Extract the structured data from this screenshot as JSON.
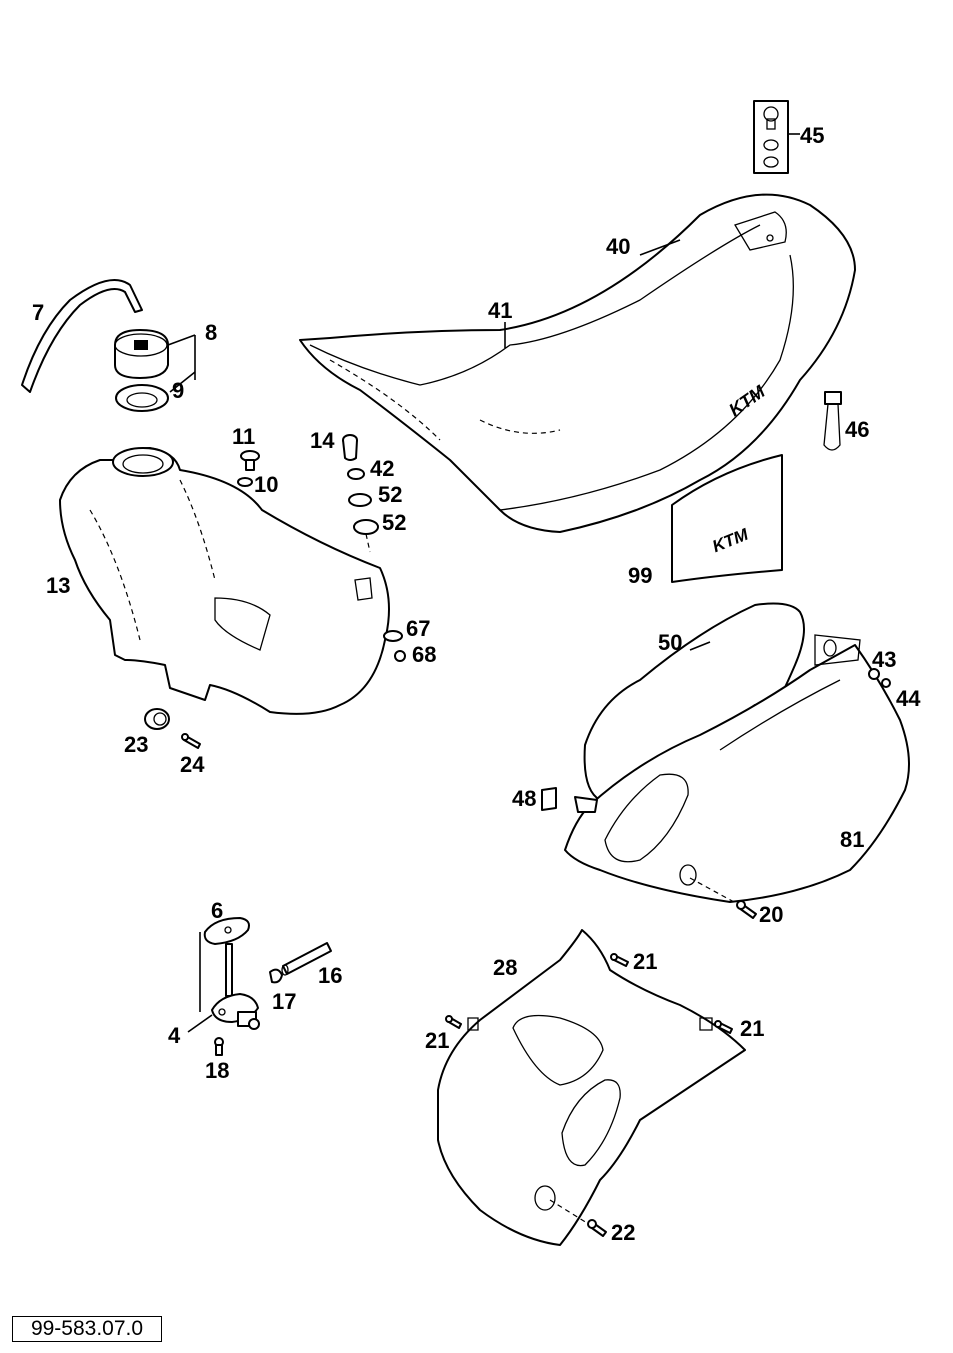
{
  "callouts": {
    "n4": "4",
    "n6": "6",
    "n7": "7",
    "n8": "8",
    "n9": "9",
    "n10": "10",
    "n11": "11",
    "n13": "13",
    "n14": "14",
    "n16": "16",
    "n17": "17",
    "n18": "18",
    "n20": "20",
    "n21a": "21",
    "n21b": "21",
    "n21c": "21",
    "n22": "22",
    "n23": "23",
    "n24": "24",
    "n28": "28",
    "n40": "40",
    "n41": "41",
    "n42": "42",
    "n43": "43",
    "n44": "44",
    "n45": "45",
    "n46": "46",
    "n48": "48",
    "n50": "50",
    "n52a": "52",
    "n52b": "52",
    "n67": "67",
    "n68": "68",
    "n81": "81",
    "n99": "99"
  },
  "drawing_code": "99-583.07.0"
}
